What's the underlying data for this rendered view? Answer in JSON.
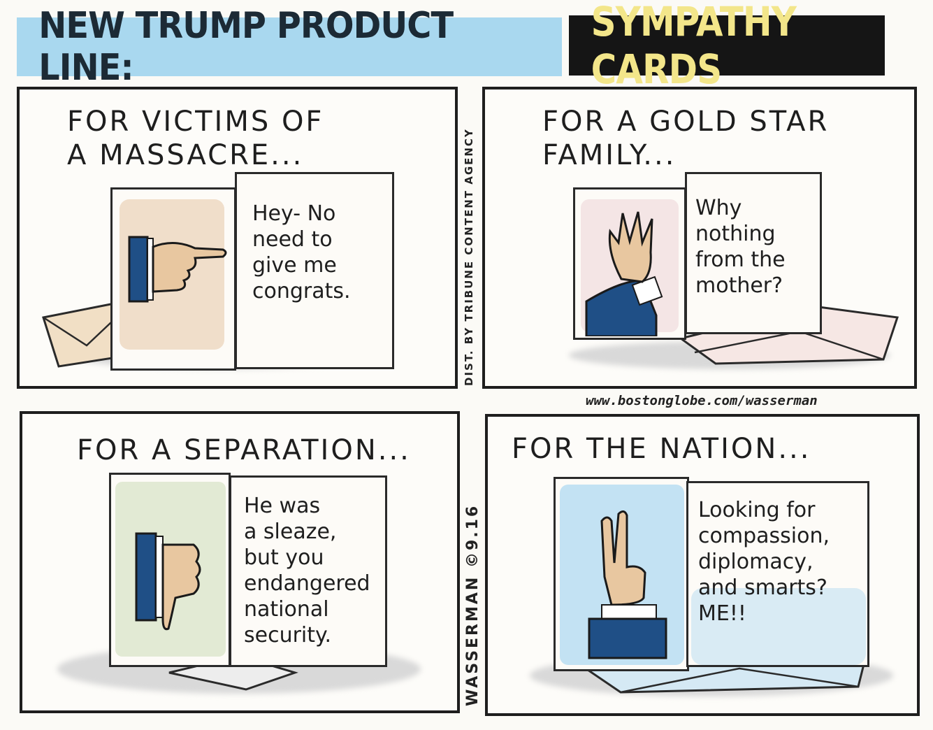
{
  "title": {
    "left": "NEW TRUMP PRODUCT LINE:",
    "right": "SYMPATHY CARDS"
  },
  "panels": [
    {
      "caption": "FOR VICTIMS OF\nA MASSACRE...",
      "card_text": "Hey- No\nneed to\ngive me\ncongrats."
    },
    {
      "caption": "FOR A GOLD STAR\nFAMILY...",
      "card_text": "Why\nnothing\nfrom the\nmother?"
    },
    {
      "caption": "FOR A SEPARATION...",
      "card_text": "He was\na sleaze,\nbut you\nendangered\nnational\nsecurity."
    },
    {
      "caption": "FOR THE NATION...",
      "card_text": "Looking for\ncompassion,\ndiplomacy,\nand smarts?\nME!!"
    }
  ],
  "credits": {
    "distribution": "DIST. BY TRIBUNE CONTENT AGENCY",
    "signature": "WASSERMAN ©9.16",
    "url": "www.bostonglobe.com/wasserman"
  },
  "colors": {
    "title_left_bg": "#a9d8ef",
    "title_right_bg": "#151515",
    "title_right_text": "#f3e68a",
    "card1_tint": "#edd8c2",
    "card2_tint": "#f3e2e2",
    "card3_tint": "#dfe8cf",
    "card4_tint": "#bcdff2",
    "sleeve_blue": "#1f4f86",
    "skin": "#e8c7a0"
  },
  "icons": [
    "pointing-hand-icon",
    "waving-hand-icon",
    "thumbs-down-icon",
    "crossed-fingers-icon"
  ]
}
